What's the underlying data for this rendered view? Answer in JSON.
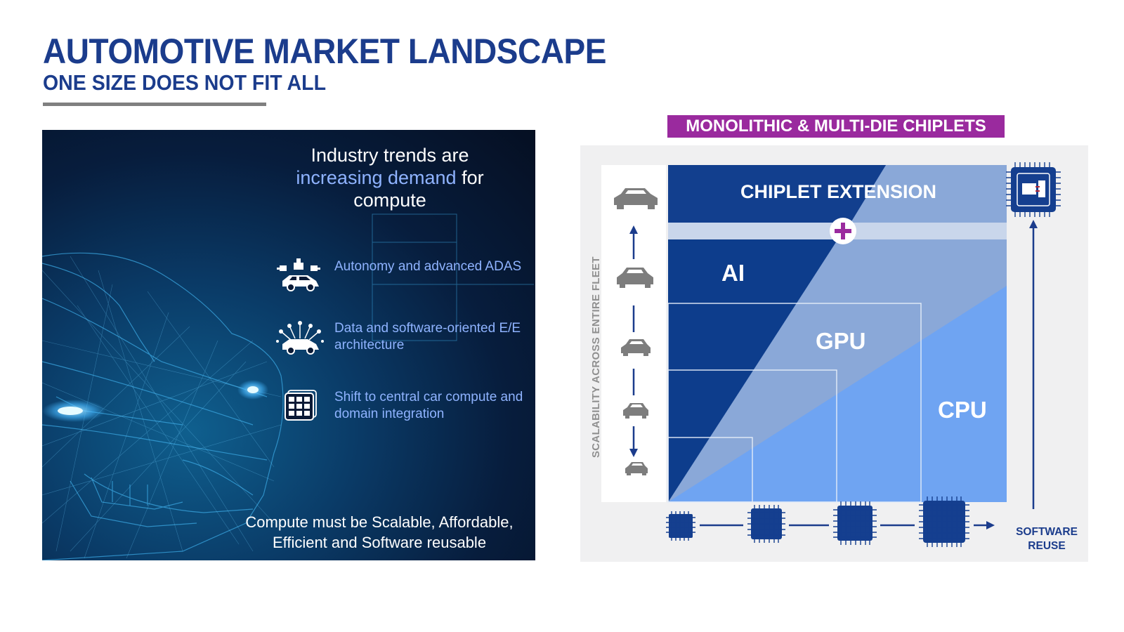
{
  "header": {
    "title": "AUTOMOTIVE MARKET LANDSCAPE",
    "subtitle": "ONE SIZE DOES NOT FIT ALL"
  },
  "left_panel": {
    "heading_part1": "Industry trends are",
    "heading_highlight": "increasing demand",
    "heading_part2": "for",
    "heading_part3": "compute",
    "trends": [
      {
        "icon": "autonomous-car-icon",
        "text": "Autonomy and advanced ADAS"
      },
      {
        "icon": "connected-car-icon",
        "text": "Data and software-oriented E/E architecture"
      },
      {
        "icon": "central-compute-icon",
        "text": "Shift to central car compute and domain integration"
      }
    ],
    "bottom_line1": "Compute must be Scalable, Affordable,",
    "bottom_line2": "Efficient and Software reusable"
  },
  "right_panel": {
    "banner": "MONOLITHIC & MULTI-DIE CHIPLETS",
    "y_axis_label": "SCALABILITY ACROSS ENTIRE FLEET",
    "segments": {
      "chiplet": "CHIPLET EXTENSION",
      "ai": "AI",
      "gpu": "GPU",
      "cpu": "CPU"
    },
    "software_reuse_line1": "SOFTWARE",
    "software_reuse_line2": "REUSE"
  },
  "colors": {
    "brand_blue": "#1b3c8c",
    "dark_blue": "#0d3d8c",
    "mid_blue": "#8aa8d8",
    "light_blue": "#6fa4f2",
    "banner_purple": "#9a2a9e"
  }
}
